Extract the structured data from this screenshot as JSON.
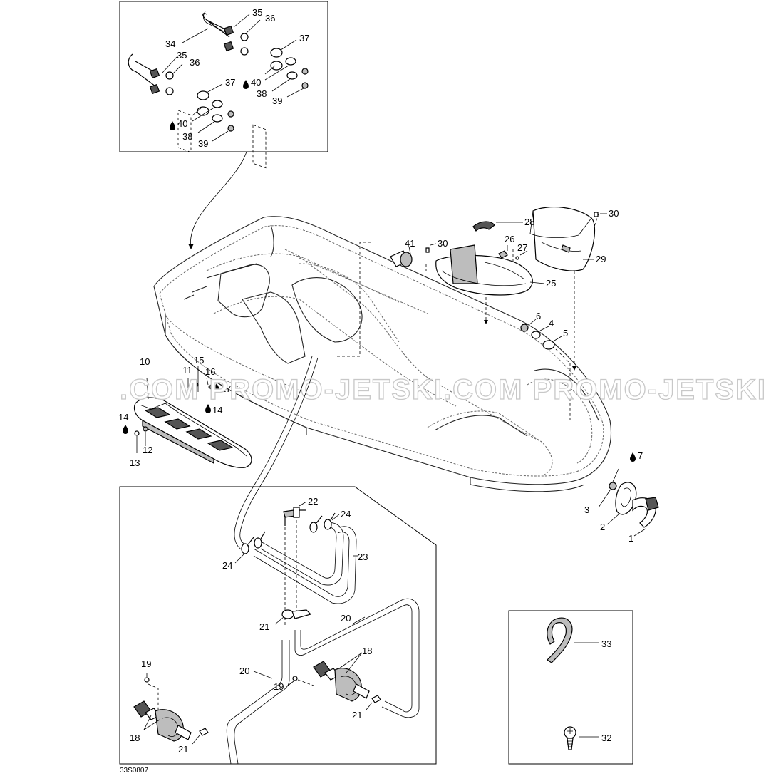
{
  "callouts": {
    "c1": "1",
    "c2": "2",
    "c3": "3",
    "c4": "4",
    "c5": "5",
    "c6": "6",
    "c7": "7",
    "c10": "10",
    "c11": "11",
    "c12": "12",
    "c13": "13",
    "c14a": "14",
    "c14b": "14",
    "c15": "15",
    "c16": "16",
    "c17": "17",
    "c18a": "18",
    "c18b": "18",
    "c19a": "19",
    "c19b": "19",
    "c20a": "20",
    "c20b": "20",
    "c21a": "21",
    "c21b": "21",
    "c21c": "21",
    "c22": "22",
    "c23": "23",
    "c24a": "24",
    "c24b": "24",
    "c25": "25",
    "c26": "26",
    "c27": "27",
    "c28": "28",
    "c29": "29",
    "c30a": "30",
    "c30b": "30",
    "c32": "32",
    "c33": "33",
    "c34": "34",
    "c35a": "35",
    "c35b": "35",
    "c36a": "36",
    "c36b": "36",
    "c37a": "37",
    "c37b": "37",
    "c38a": "38",
    "c38b": "38",
    "c39a": "39",
    "c39b": "39",
    "c40a": "40",
    "c40b": "40",
    "c41": "41"
  },
  "watermark": ".COM  PROMO-JETSKI.COM  PROMO-JETSKI",
  "diagram_ref": "33S0807",
  "icons": {
    "drop": "oil-drop-icon"
  }
}
